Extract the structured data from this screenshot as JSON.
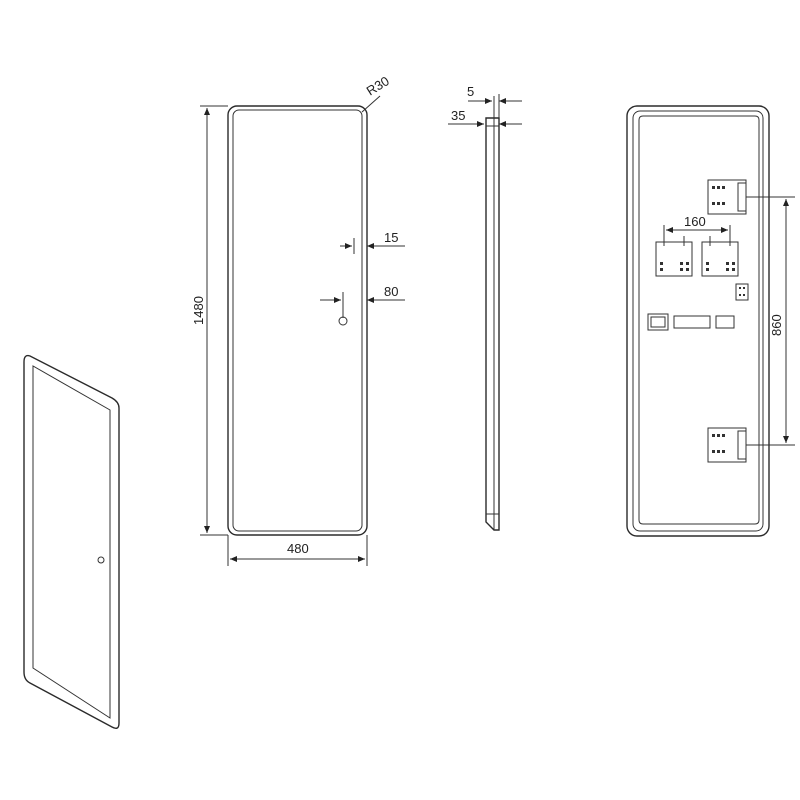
{
  "dimensions": {
    "radius": "R30",
    "height": "1480",
    "width": "480",
    "offset_15": "15",
    "offset_80": "80",
    "thickness_5": "5",
    "depth_35": "35",
    "spacing_160": "160",
    "spacing_860": "860"
  },
  "colors": {
    "stroke": "#2b2b2b",
    "background": "#ffffff"
  }
}
